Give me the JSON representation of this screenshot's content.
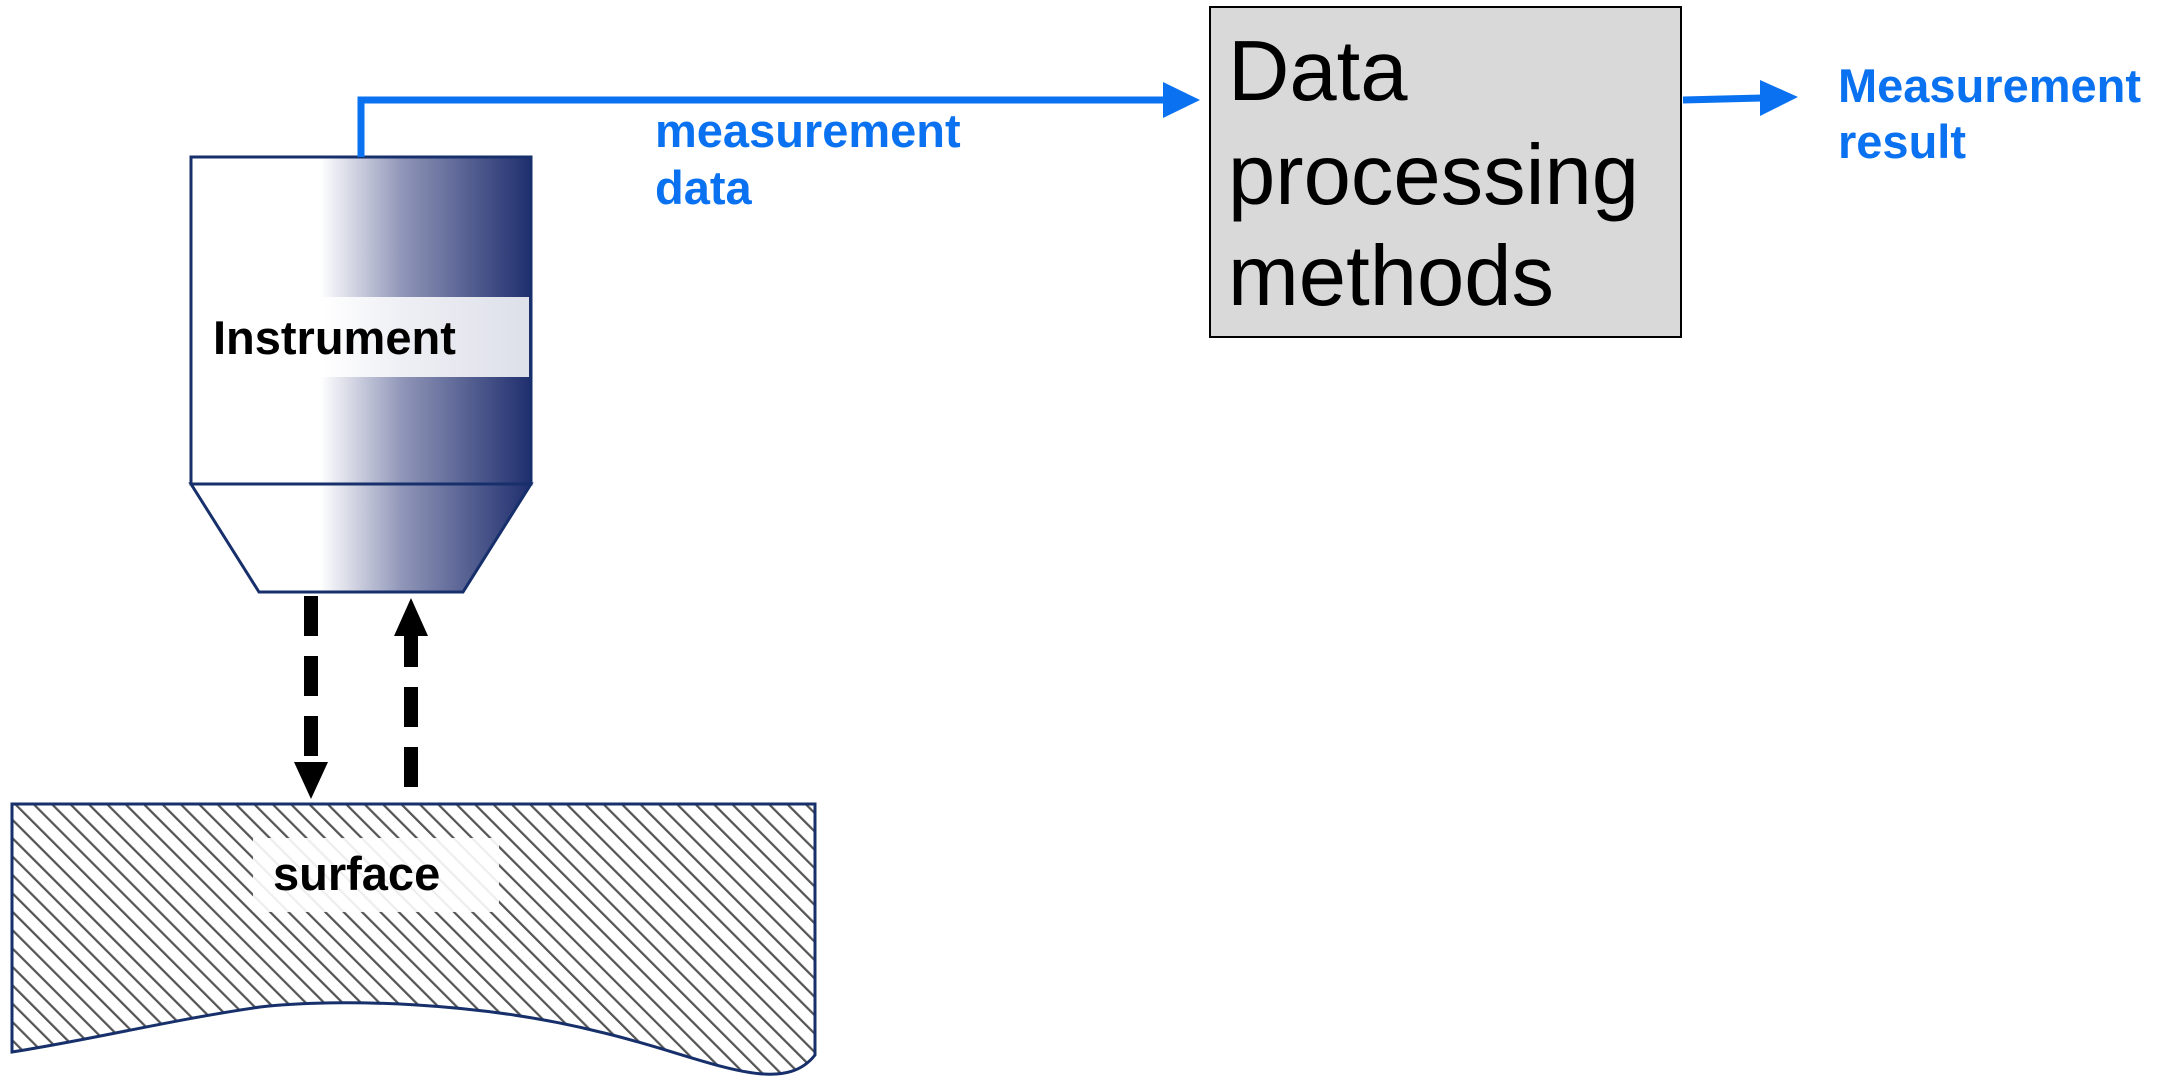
{
  "colors": {
    "accent_blue": "#0a72f0",
    "instrument_dark": "#1f2e6e",
    "box_fill": "#d9d9d9",
    "hatch": "#555555",
    "outline_navy": "#17306b"
  },
  "instrument": {
    "label": "Instrument"
  },
  "surface": {
    "label": "surface"
  },
  "signal": {
    "label_line1": "measurement",
    "label_line2": "data"
  },
  "processing_box": {
    "line1": "Data",
    "line2": "processing",
    "line3": "methods"
  },
  "result": {
    "line1": "Measurement",
    "line2": "result"
  }
}
